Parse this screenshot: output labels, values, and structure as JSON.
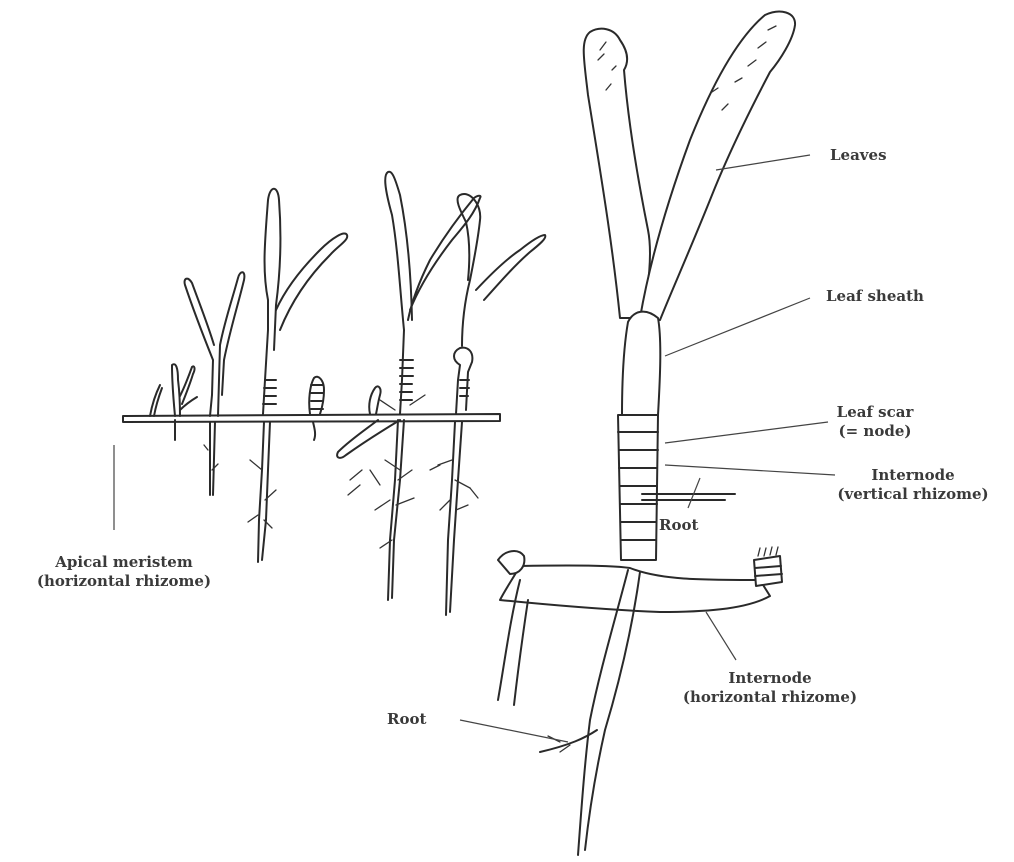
{
  "labels": {
    "leaves": "Leaves",
    "leaf_sheath": "Leaf sheath",
    "leaf_scar_1": "Leaf scar",
    "leaf_scar_2": "(= node)",
    "internode_v_1": "Internode",
    "internode_v_2": "(vertical rhizome)",
    "root_upper": "Root",
    "apical_1": "Apical meristem",
    "apical_2": "(horizontal rhizome)",
    "internode_h_1": "Internode",
    "internode_h_2": "(horizontal rhizome)",
    "root_lower": "Root"
  }
}
